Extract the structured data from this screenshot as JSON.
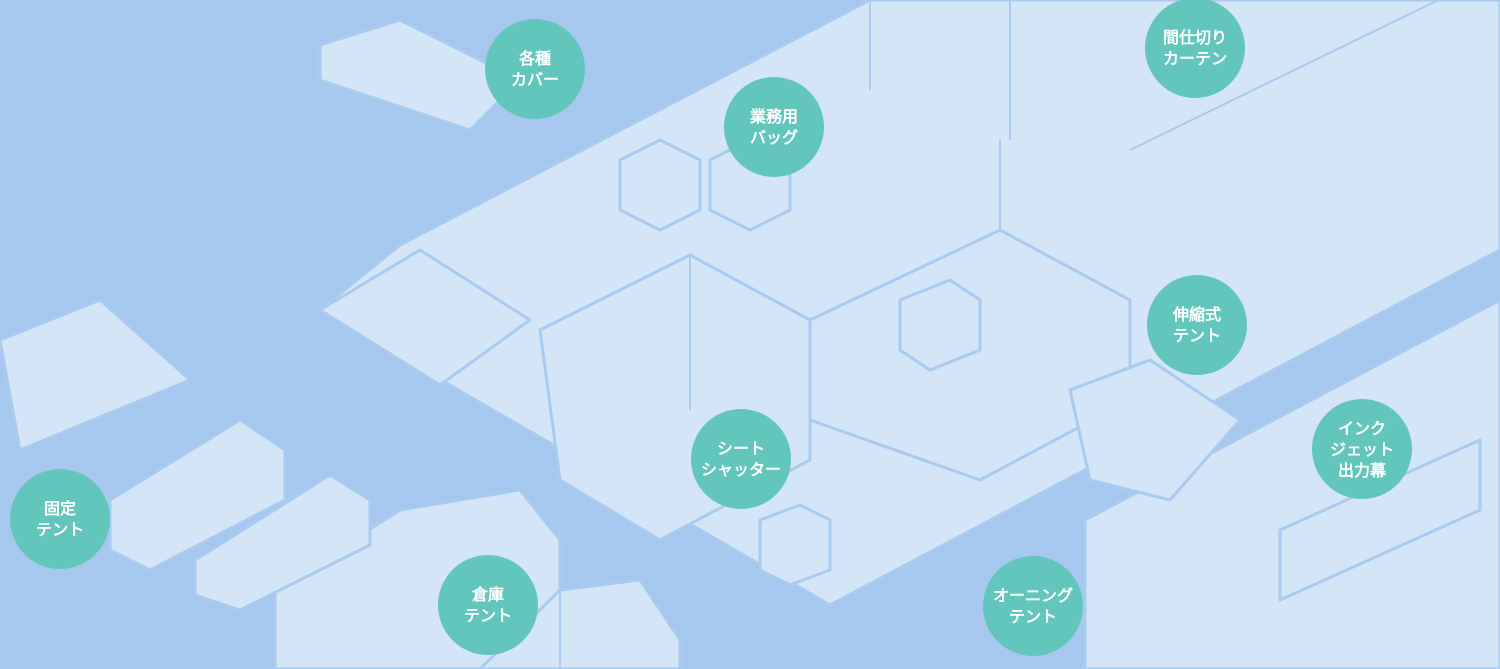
{
  "colors": {
    "background": "#a6c8ee",
    "building": "#d4e5f7",
    "line": "#a9cbef",
    "badge": "#63c6bd"
  },
  "badges": [
    {
      "label": "各種\nカバー"
    },
    {
      "label": "業務用\nバッグ"
    },
    {
      "label": "間仕切り\nカーテン"
    },
    {
      "label": "伸縮式\nテント"
    },
    {
      "label": "インク\nジェット\n出力幕"
    },
    {
      "label": "シート\nシャッター"
    },
    {
      "label": "固定\nテント"
    },
    {
      "label": "倉庫\nテント"
    },
    {
      "label": "オーニング\nテント"
    }
  ]
}
